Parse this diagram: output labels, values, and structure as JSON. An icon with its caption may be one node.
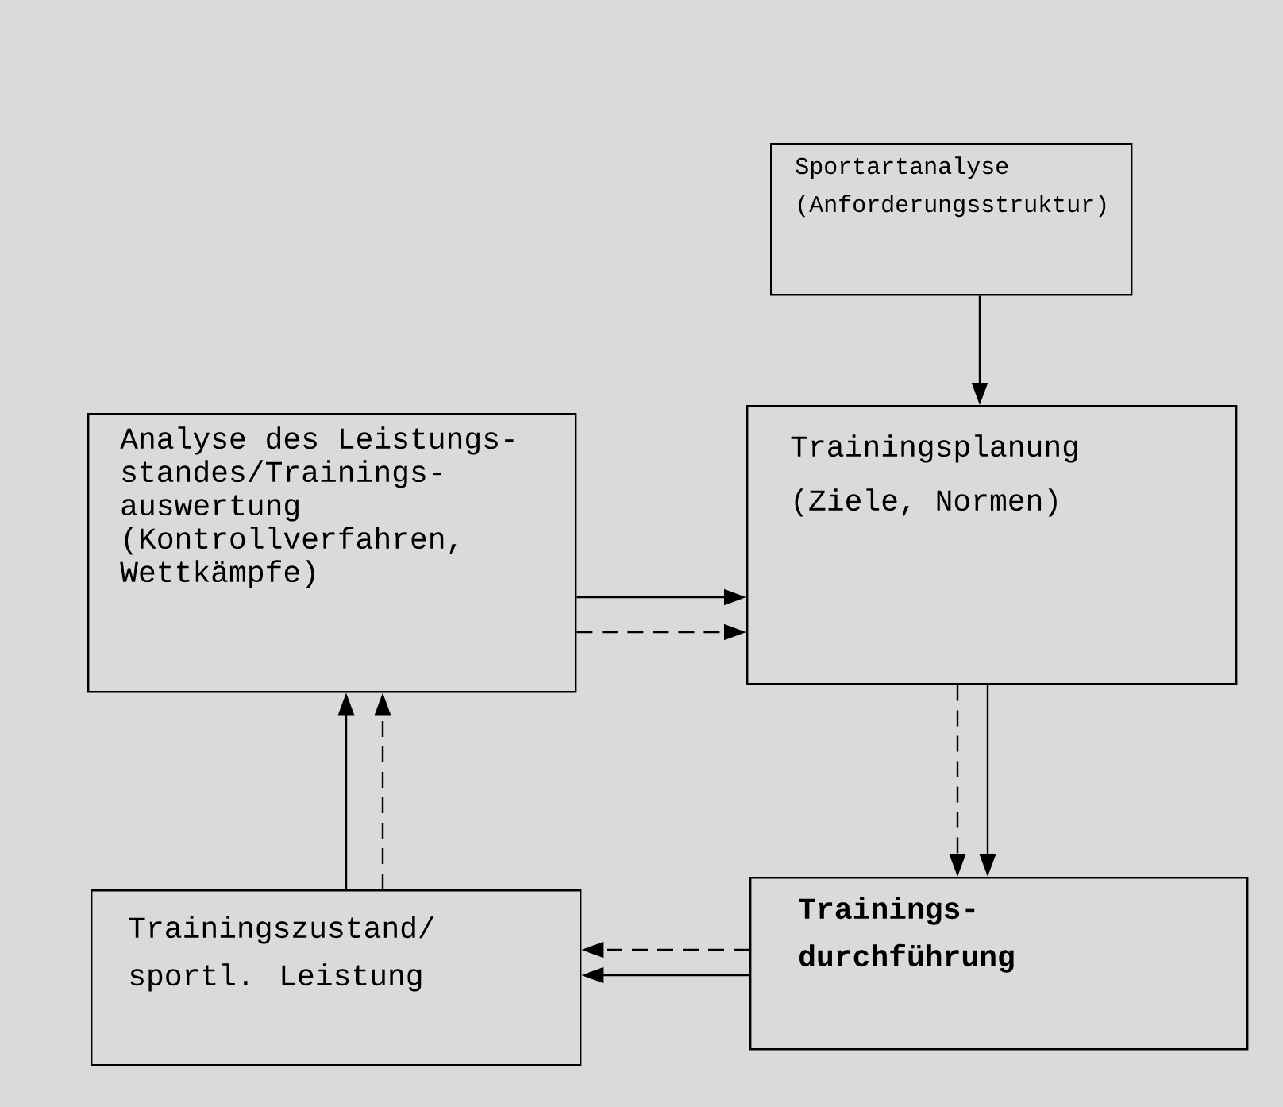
{
  "diagram": {
    "nodes": [
      {
        "text": [
          "Sportartanalyse (Anforderungsstruktur)"
        ]
      },
      {
        "text": [
          "Analyse des Leistungs-standes/Trainings-auswertung (Kontrollverfahren, Wettkämpfe)"
        ]
      },
      {
        "text": [
          "Trainingsplanung (Ziele, Normen)"
        ]
      },
      {
        "text": [
          "Trainingszustand/ sportl. Leistung"
        ]
      },
      {
        "text": [
          "Trainings-durchführung"
        ]
      }
    ],
    "edges": [
      {
        "from": 0,
        "to": 2,
        "arrow": "to"
      },
      {
        "from": 1,
        "to": 2,
        "arrow": "to"
      },
      {
        "from": 1,
        "to": 2,
        "arrow": "to",
        "style": "dashed"
      },
      {
        "from": 2,
        "to": 4,
        "arrow": "to",
        "style": "dashed"
      },
      {
        "from": 2,
        "to": 4,
        "arrow": "to"
      },
      {
        "from": 4,
        "to": 3,
        "arrow": "to",
        "style": "dashed"
      },
      {
        "from": 4,
        "to": 3,
        "arrow": "to"
      },
      {
        "from": 3,
        "to": 1,
        "arrow": "to"
      },
      {
        "from": 3,
        "to": 1,
        "arrow": "to",
        "style": "dashed"
      }
    ]
  }
}
